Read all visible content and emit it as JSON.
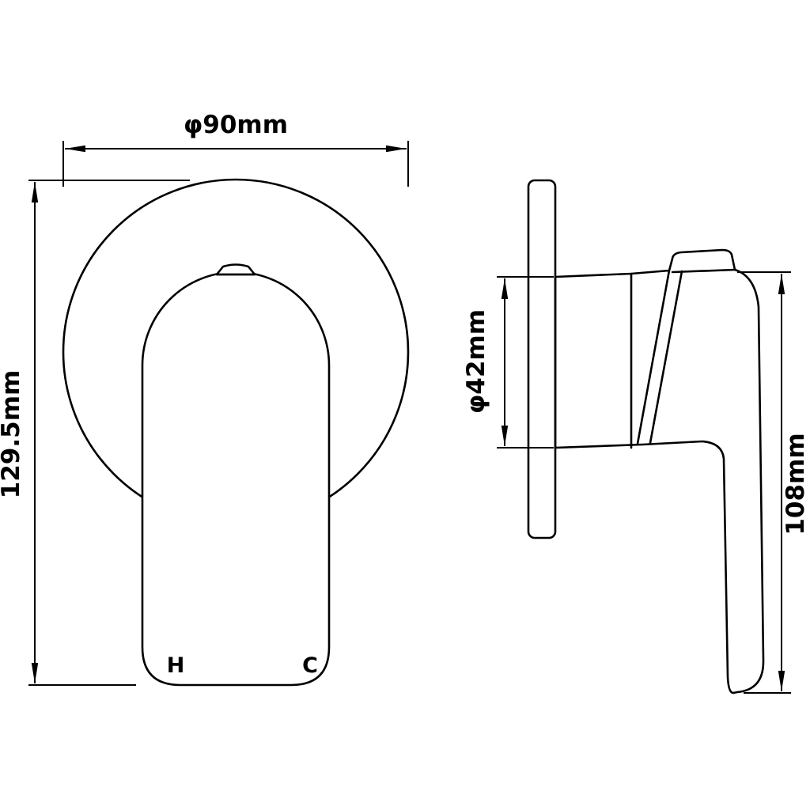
{
  "diagram": {
    "colors": {
      "line": "#000000",
      "background": "#ffffff"
    },
    "front_view": {
      "diameter_label": "φ90mm",
      "height_label": "129.5mm",
      "hot_label": "H",
      "cold_label": "C"
    },
    "side_view": {
      "body_diameter_label": "φ42mm",
      "handle_length_label": "108mm"
    }
  }
}
